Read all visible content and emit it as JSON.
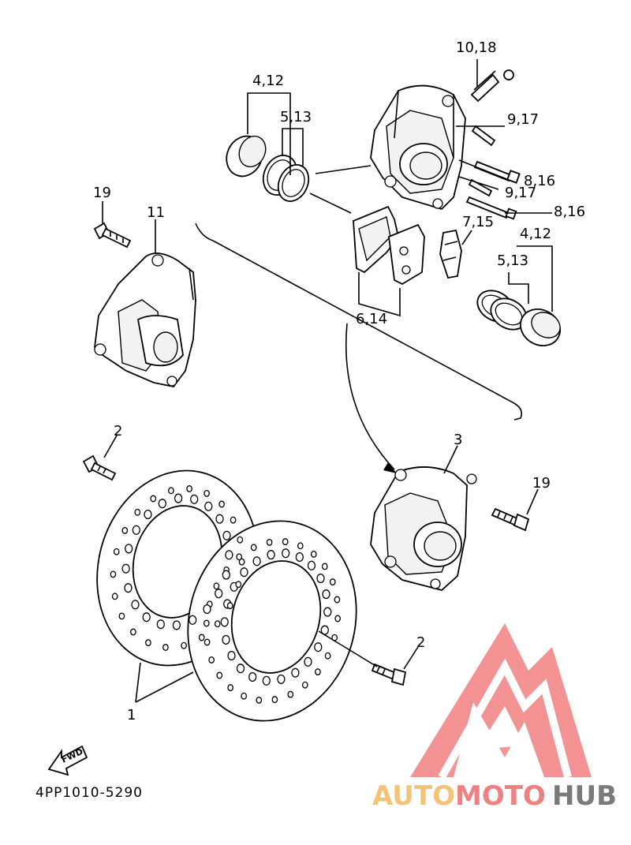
{
  "diagram": {
    "callouts": {
      "c_10_18": "10,18",
      "c_9_17_a": "9,17",
      "c_8_16_a": "8,16",
      "c_9_17_b": "9,17",
      "c_8_16_b": "8,16",
      "c_4_12_a": "4,12",
      "c_5_13_a": "5,13",
      "c_4_12_b": "4,12",
      "c_5_13_b": "5,13",
      "c_7_15": "7,15",
      "c_6_14": "6,14",
      "c_19_a": "19",
      "c_11": "11",
      "c_2_a": "2",
      "c_3": "3",
      "c_19_b": "19",
      "c_2_b": "2",
      "c_1": "1"
    },
    "fwd_label": "FWD",
    "part_code": "4PP1010-5290"
  },
  "watermark": {
    "brand_auto": "AUTO",
    "brand_moto": "MOTO",
    "brand_hub": "HUB",
    "colors": {
      "logo": "#f08080",
      "auto": "#f5c27a",
      "moto": "#f08080",
      "hub": "#7a7a7a"
    }
  }
}
